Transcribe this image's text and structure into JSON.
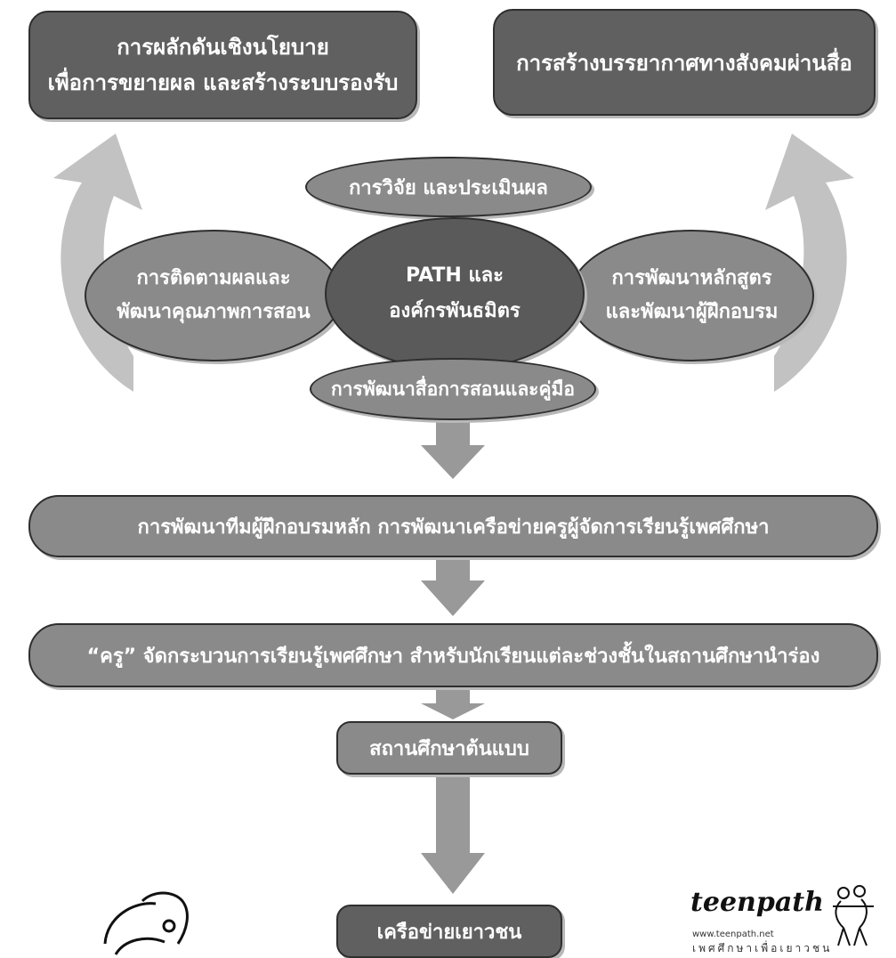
{
  "top_left": {
    "lines": [
      "การผลักดันเชิงนโยบาย",
      "เพื่อการขยายผล และสร้างระบบรองรับ"
    ]
  },
  "top_right": {
    "label": "การสร้างบรรยากาศทางสังคมผ่านสื่อ"
  },
  "cluster": {
    "research": "การวิจัย และประเมินผล",
    "monitor_lines": [
      "การติดตามผลและ",
      "พัฒนาคุณภาพการสอน"
    ],
    "center_lines": [
      "PATH และ",
      "องค์กรพันธมิตร"
    ],
    "curriculum_lines": [
      "การพัฒนาหลักสูตร",
      "และพัฒนาผู้ฝึกอบรม"
    ],
    "media": "การพัฒนาสื่อการสอนและคู่มือ"
  },
  "bar1": "การพัฒนาทีมผู้ฝึกอบรมหลัก การพัฒนาเครือข่ายครูผู้จัดการเรียนรู้เพศศึกษา",
  "bar2": "“ครู” จัดกระบวนการเรียนรู้เพศศึกษา สำหรับนักเรียนแต่ละช่วงชั้นในสถานศึกษานำร่อง",
  "prototype": "สถานศึกษาต้นแบบ",
  "youth_network": "เครือข่ายเยาวชน",
  "logo": {
    "wordmark": "teenpath",
    "url": "www.teenpath.net",
    "tagline": "เพศศึกษาเพื่อเยาวชน"
  },
  "colors": {
    "dark_box": "#606060",
    "mid_box": "#8a8a8a",
    "arrow": "#c2c2c2",
    "down_arrow": "#999999"
  }
}
